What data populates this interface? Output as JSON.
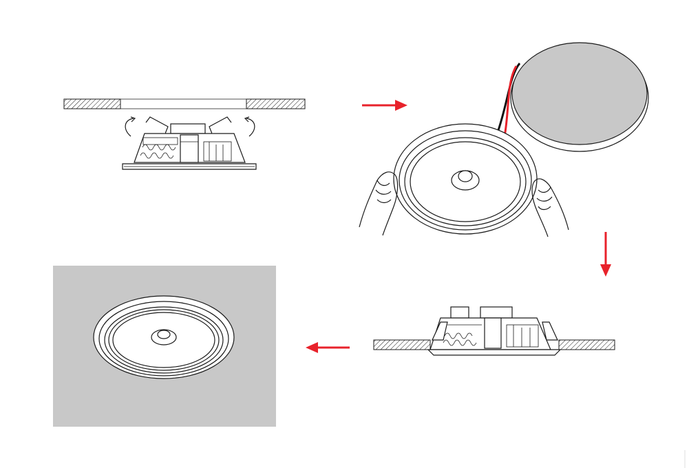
{
  "diagram": {
    "steps": [
      {
        "id": "step-1",
        "description": ""
      },
      {
        "id": "step-2",
        "description": ""
      },
      {
        "id": "step-3",
        "description": ""
      },
      {
        "id": "step-4",
        "description": ""
      }
    ],
    "connections": [
      {
        "from": "step-1",
        "to": "step-2",
        "direction": "right"
      },
      {
        "from": "step-2",
        "to": "step-3",
        "direction": "down"
      },
      {
        "from": "step-3",
        "to": "step-4",
        "direction": "left"
      }
    ]
  },
  "colors": {
    "arrow": "#e8222b",
    "line": "#1a1a1a",
    "ceiling_panel": "#c8c8c8",
    "wire_red": "#e8222b",
    "wire_black": "#111111"
  },
  "icons": [
    "clamp-rotate-arrow-icon",
    "hand-icon",
    "wire-icon"
  ]
}
